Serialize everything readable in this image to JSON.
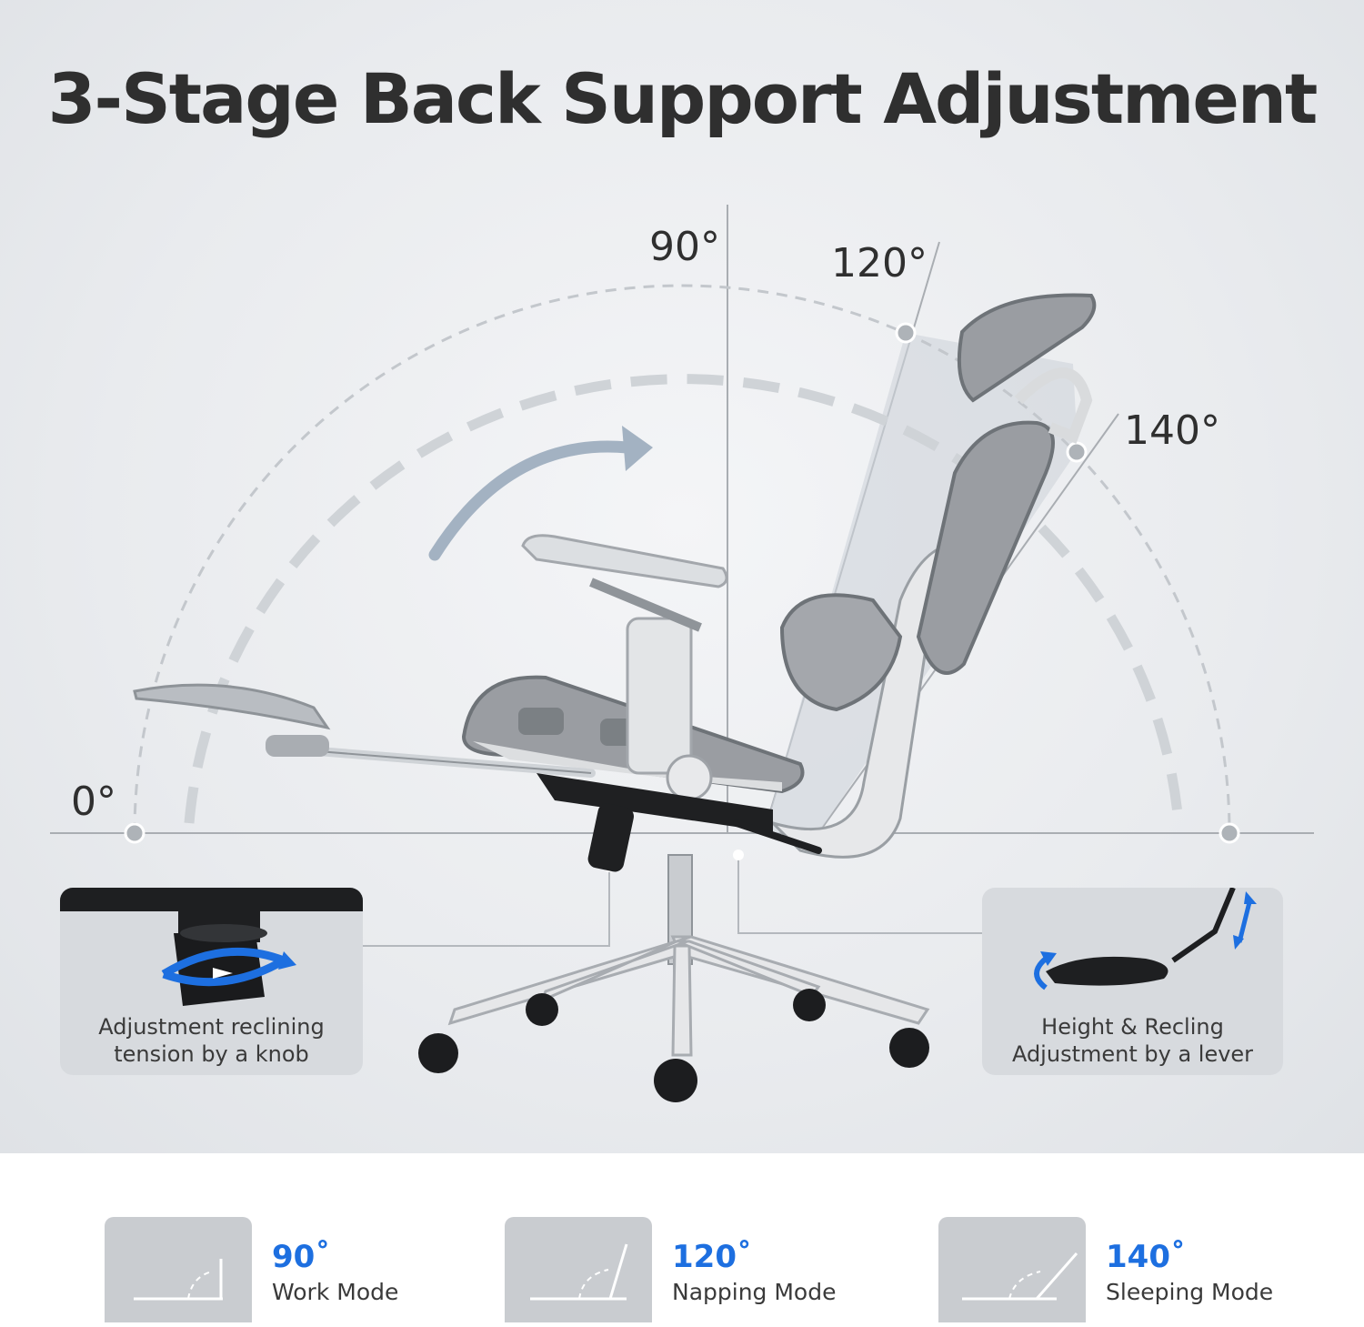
{
  "title": "3-Stage Back Support Adjustment",
  "angles": {
    "a0": "0°",
    "a90": "90°",
    "a120": "120°",
    "a140": "140°"
  },
  "panels": {
    "knob": {
      "caption": "Adjustment reclining\ntension by a knob"
    },
    "lever": {
      "caption": "Height & Recling\nAdjustment by a lever"
    }
  },
  "modes": [
    {
      "angle": "90˚",
      "name": "Work Mode"
    },
    {
      "angle": "120˚",
      "name": "Napping Mode"
    },
    {
      "angle": "140˚",
      "name": "Sleeping Mode"
    }
  ],
  "colors": {
    "accent": "#1d6fe0",
    "title": "#2f2f2f",
    "panel": "#d7dade",
    "mode_icon": "#c9ccd0"
  }
}
